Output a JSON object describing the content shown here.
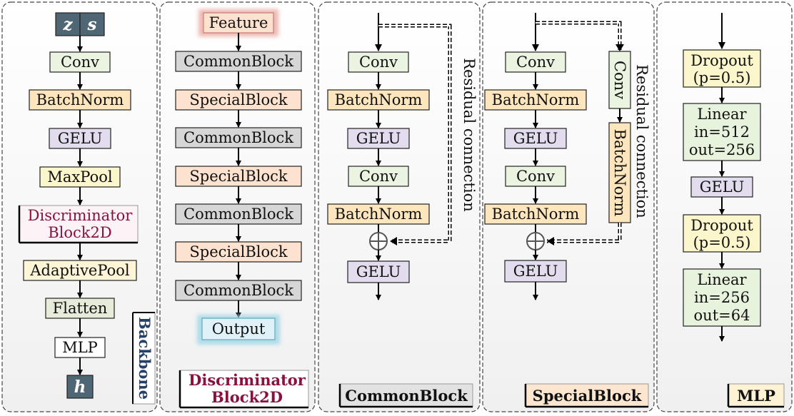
{
  "colors": {
    "conv": "#eaf4e1",
    "batchnorm": "#fde6bd",
    "gelu": "#e3dbee",
    "maxpool": "#fbf6cb",
    "discriminator_fill": "#fbf3f6",
    "discriminator_text": "#8a1040",
    "adaptivepool": "#fdf5d6",
    "flatten": "#e6ecd9",
    "mlp": "#ffffff",
    "io_dark": "#4f6675",
    "common": "#d6d6d6",
    "special": "#fde3cf",
    "feature": "#fde3cf",
    "feature_glow": "#e8a7a0",
    "output": "#e0f2f8",
    "output_glow": "#9fd6e6",
    "dropout": "#fbf6cb",
    "linear": "#e8f3dd",
    "backbone_text": "#24406b",
    "common_title_bg": "#e2e2e2",
    "special_title_bg": "#fde6cf",
    "mlp_title_bg": "#fdf3d4"
  },
  "backbone": {
    "input_z": "z",
    "input_s": "s",
    "layers": [
      "Conv",
      "BatchNorm",
      "GELU",
      "MaxPool"
    ],
    "disc_line1": "Discriminator",
    "disc_line2": "Block2D",
    "layers2": [
      "AdaptivePool",
      "Flatten",
      "MLP"
    ],
    "output": "h",
    "title": "Backbone"
  },
  "discriminator_block": {
    "input": "Feature",
    "blocks": [
      "CommonBlock",
      "SpecialBlock",
      "CommonBlock",
      "SpecialBlock",
      "CommonBlock",
      "SpecialBlock",
      "CommonBlock"
    ],
    "output": "Output",
    "title_line1": "Discriminator",
    "title_line2": "Block2D"
  },
  "common_block": {
    "layers": [
      "Conv",
      "BatchNorm",
      "GELU",
      "Conv",
      "BatchNorm"
    ],
    "final": "GELU",
    "residual_label": "Residual connection",
    "title": "CommonBlock"
  },
  "special_block": {
    "layers": [
      "Conv",
      "BatchNorm",
      "GELU",
      "Conv",
      "BatchNorm"
    ],
    "final": "GELU",
    "side_conv": "Conv",
    "side_bn": "BatchNorm",
    "residual_label": "Residual connection",
    "title": "SpecialBlock"
  },
  "mlp": {
    "dropout1": [
      "Dropout",
      "(p=0.5)"
    ],
    "linear1": [
      "Linear",
      "in=512",
      "out=256"
    ],
    "gelu": "GELU",
    "dropout2": [
      "Dropout",
      "(p=0.5)"
    ],
    "linear2": [
      "Linear",
      "in=256",
      "out=64"
    ],
    "title": "MLP"
  }
}
